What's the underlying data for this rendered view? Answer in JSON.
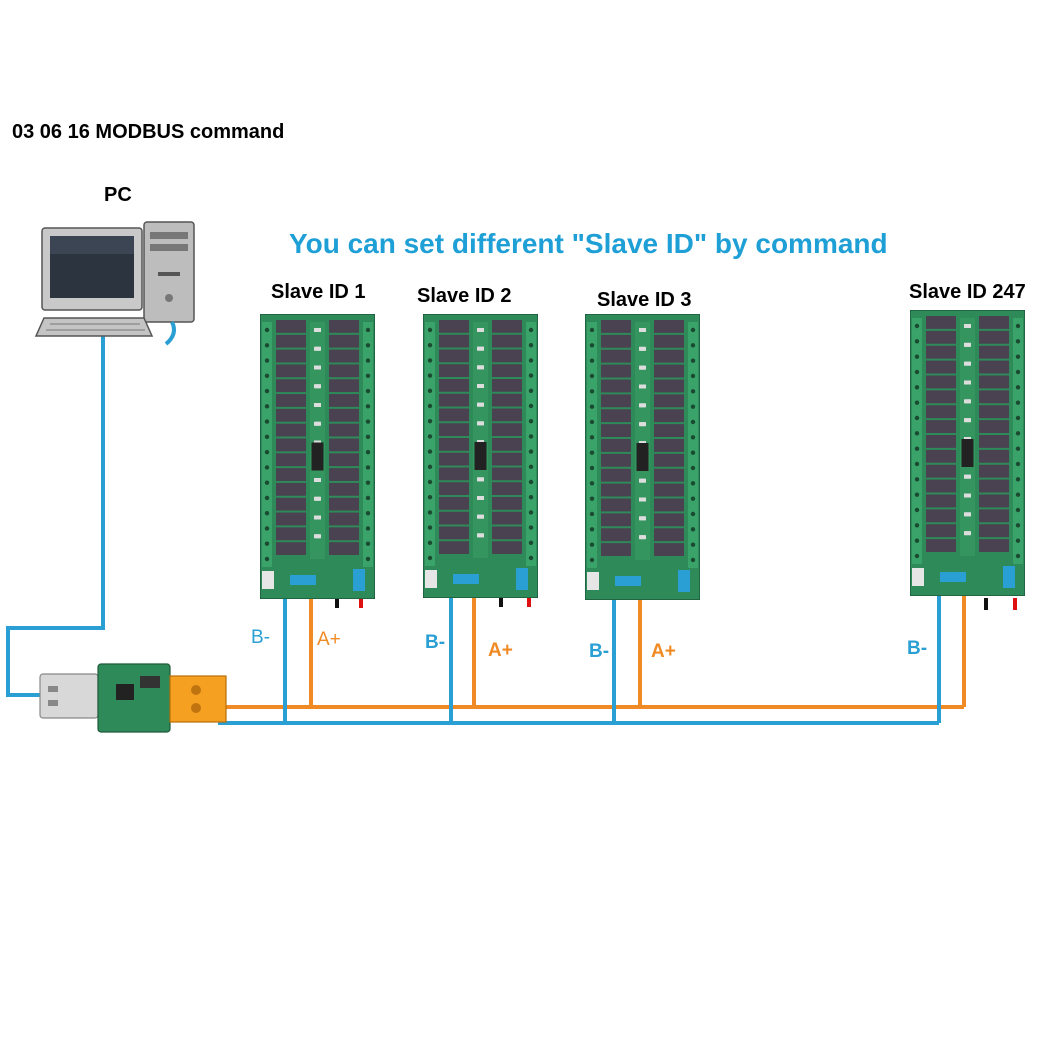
{
  "header": {
    "title": "03 06 16 MODBUS command",
    "headline": "You can set different \"Slave ID\" by command"
  },
  "pc": {
    "label": "PC"
  },
  "slaves": [
    {
      "label": "Slave ID 1",
      "b_label": "B-",
      "a_label": "A+"
    },
    {
      "label": "Slave ID 2",
      "b_label": "B-",
      "a_label": "A+"
    },
    {
      "label": "Slave ID 3",
      "b_label": "B-",
      "a_label": "A+"
    },
    {
      "label": "Slave ID 247",
      "b_label": "B-"
    }
  ],
  "colors": {
    "b_wire": "#2a9fd3",
    "a_wire": "#f08a24",
    "headline": "#1e9fd6",
    "pcb": "#2f8a5a",
    "relay": "#4a4250"
  },
  "icons": {
    "pc": "desktop-computer-icon",
    "adapter": "usb-to-rs485-adapter-icon",
    "board": "relay-board-icon"
  }
}
